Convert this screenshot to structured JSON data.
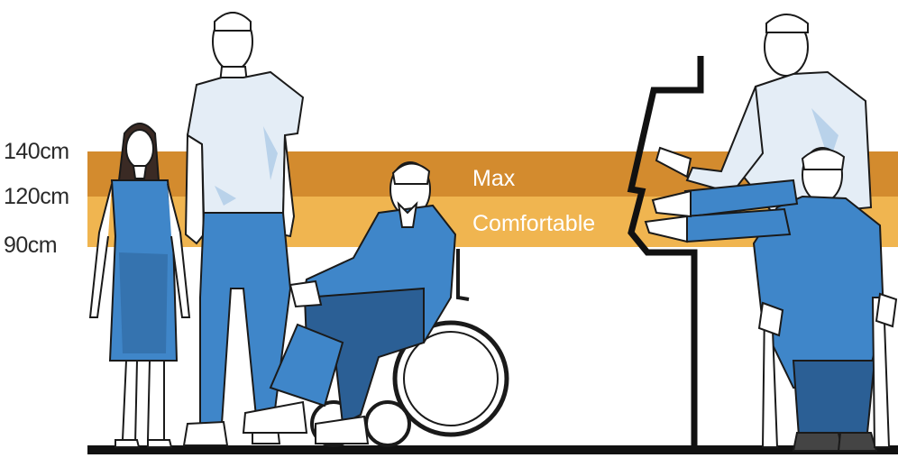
{
  "height_labels": {
    "h140": "140cm",
    "h120": "120cm",
    "h90": "90cm"
  },
  "zones": {
    "max": {
      "label": "Max",
      "color": "#d38b2e"
    },
    "comfortable": {
      "label": "Comfortable",
      "color": "#f0b550"
    }
  },
  "colors": {
    "clothing_blue": "#3f86c9",
    "clothing_dark_blue": "#2b5f95",
    "shirt_light_blue": "#e4edf6",
    "outline": "#1a1a1a",
    "floor": "#111111"
  },
  "figures": [
    "standing-woman-figure",
    "standing-man-figure",
    "wheelchair-user-figure",
    "leaning-man-figure",
    "reaching-wheelchair-user-figure"
  ]
}
